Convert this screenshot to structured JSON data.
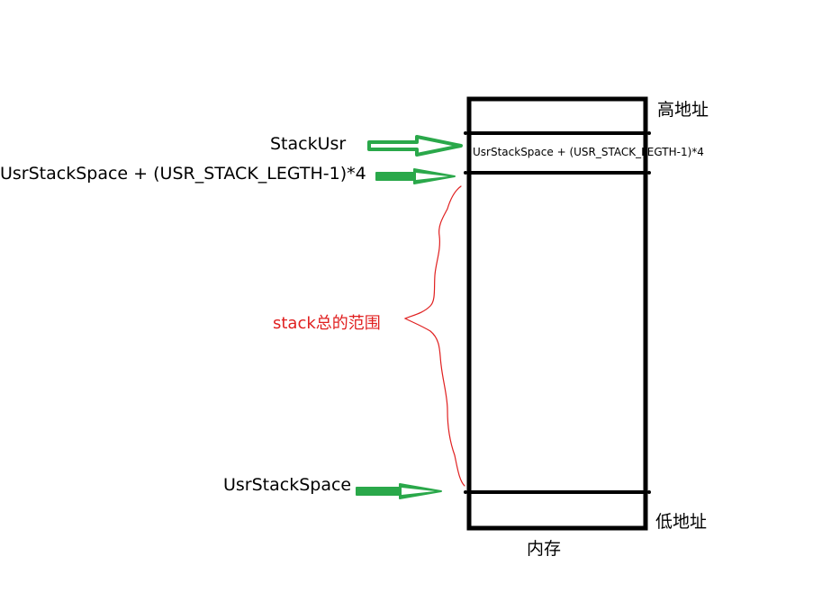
{
  "labels": {
    "stack_usr": "StackUsr",
    "top_expr": "UsrStackSpace + (USR_STACK_LEGTH-1)*4",
    "bottom": "UsrStackSpace",
    "range": "stack总的范围",
    "inner_expr": "UsrStackSpace + (USR_STACK_LEGTH-1)*4",
    "high_address": "高地址",
    "low_address": "低地址",
    "memory": "内存"
  },
  "colors": {
    "arrow_green": "#2aa84a",
    "brace_red": "#e02020",
    "range_text_red": "#e02020",
    "outline_black": "#000000"
  }
}
